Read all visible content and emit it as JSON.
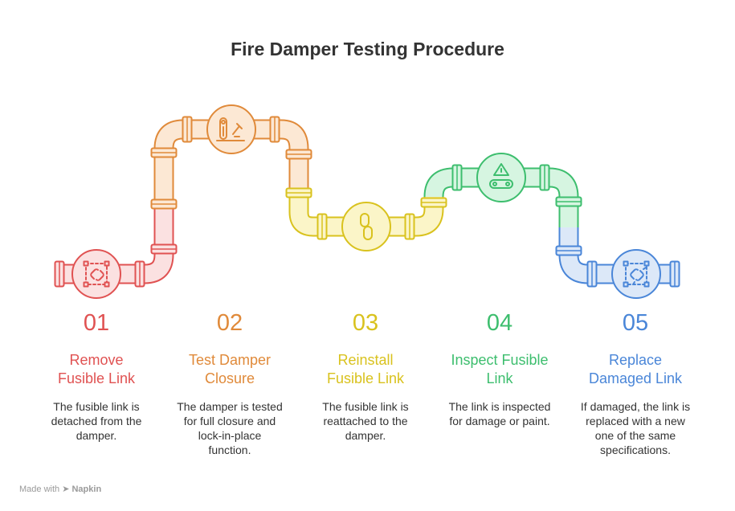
{
  "title": "Fire Damper Testing Procedure",
  "steps": [
    {
      "number": "01",
      "heading": "Remove Fusible Link",
      "description": "The fusible link is detached from the damper.",
      "color": "#E05252",
      "fill": "#FBE1E1",
      "icon": "link-icon"
    },
    {
      "number": "02",
      "heading": "Test Damper Closure",
      "description": "The damper is tested for full closure and lock-in-place function.",
      "color": "#E08A3A",
      "fill": "#FCE8D4",
      "icon": "lever-test-icon"
    },
    {
      "number": "03",
      "heading": "Reinstall Fusible Link",
      "description": "The fusible link is reattached to the damper.",
      "color": "#D9C21E",
      "fill": "#FBF5C8",
      "icon": "chain-link-icon"
    },
    {
      "number": "04",
      "heading": "Inspect Fusible Link",
      "description": "The link is inspected for damage or paint.",
      "color": "#3DBE6E",
      "fill": "#D6F5E1",
      "icon": "warning-conveyor-icon"
    },
    {
      "number": "05",
      "heading": "Replace Damaged Link",
      "description": "If damaged, the link is replaced with a new one of the same specifications.",
      "color": "#4A86D8",
      "fill": "#DCE8F8",
      "icon": "broken-link-icon"
    }
  ],
  "footer": {
    "prefix": "Made with",
    "brand": "Napkin"
  }
}
